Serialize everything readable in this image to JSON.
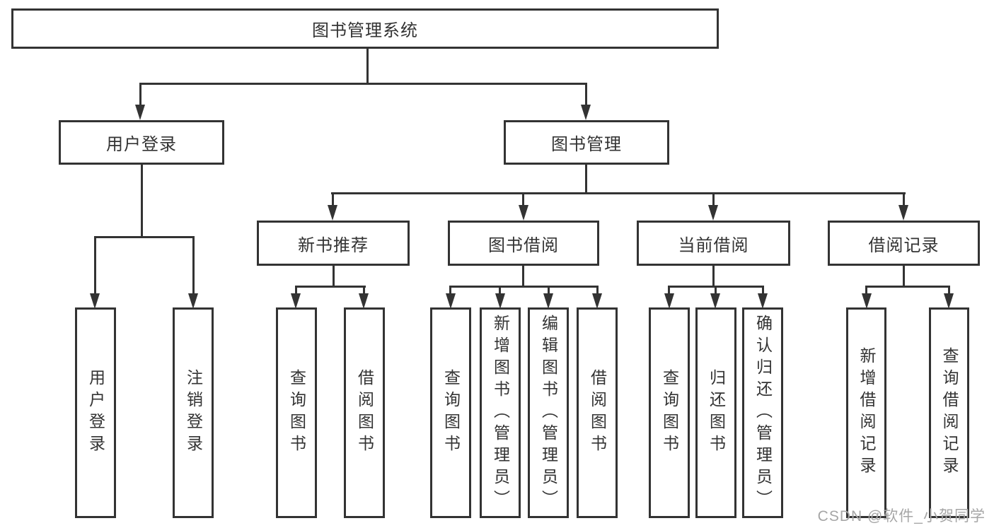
{
  "title": "图书管理系统",
  "tree": {
    "root": "图书管理系统",
    "branches": [
      {
        "label": "用户登录",
        "children": [
          "用户登录",
          "注销登录"
        ]
      },
      {
        "label": "图书管理",
        "children": [
          {
            "label": "新书推荐",
            "children": [
              "查询图书",
              "借阅图书"
            ]
          },
          {
            "label": "图书借阅",
            "children": [
              "查询图书",
              "新增图书（管理员）",
              "编辑图书（管理员）",
              "借阅图书"
            ]
          },
          {
            "label": "当前借阅",
            "children": [
              "查询图书",
              "归还图书",
              "确认归还（管理员）"
            ]
          },
          {
            "label": "借阅记录",
            "children": [
              "新增借阅记录",
              "查询借阅记录"
            ]
          }
        ]
      }
    ]
  },
  "watermark": "CSDN @软件_小贺同学",
  "colors": {
    "line": "#333333",
    "text": "#333333",
    "box_fill": "#ffffff",
    "background": "#ffffff",
    "watermark": "#a6a6a6"
  }
}
